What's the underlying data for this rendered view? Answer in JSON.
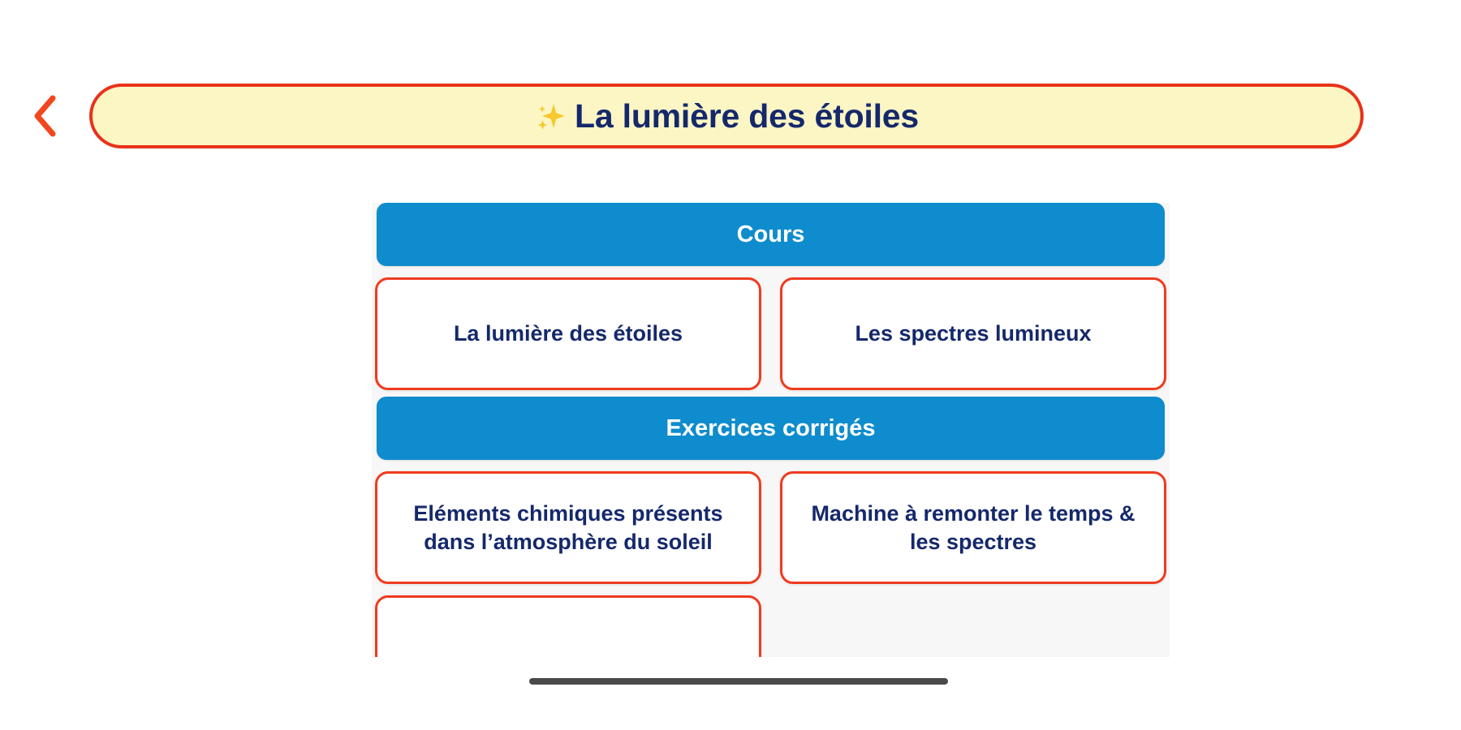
{
  "header": {
    "back_icon": "chevron-left-icon",
    "title_emoji": "sparkles-icon",
    "title": "La lumière des étoiles"
  },
  "colors": {
    "banner_background": "#fbf6c4",
    "banner_border": "#e8321a",
    "title_text": "#15286b",
    "section_blue": "#0f8ccd",
    "card_border": "#ef3b1f",
    "card_background": "#ffffff",
    "card_text": "#15286b",
    "back_chevron": "#f2481f",
    "panel_background": "#f7f7f7",
    "home_indicator": "#4a4a4a",
    "sparkle": "#f7c948"
  },
  "sections": [
    {
      "label": "Cours",
      "items": [
        "La lumière des étoiles",
        "Les spectres lumineux"
      ]
    },
    {
      "label": "Exercices corrigés",
      "items": [
        "Eléments chimiques présents dans l’atmosphère du soleil",
        "Machine à remonter le temps & les spectres"
      ]
    }
  ],
  "partial_card": {
    "label": ""
  }
}
